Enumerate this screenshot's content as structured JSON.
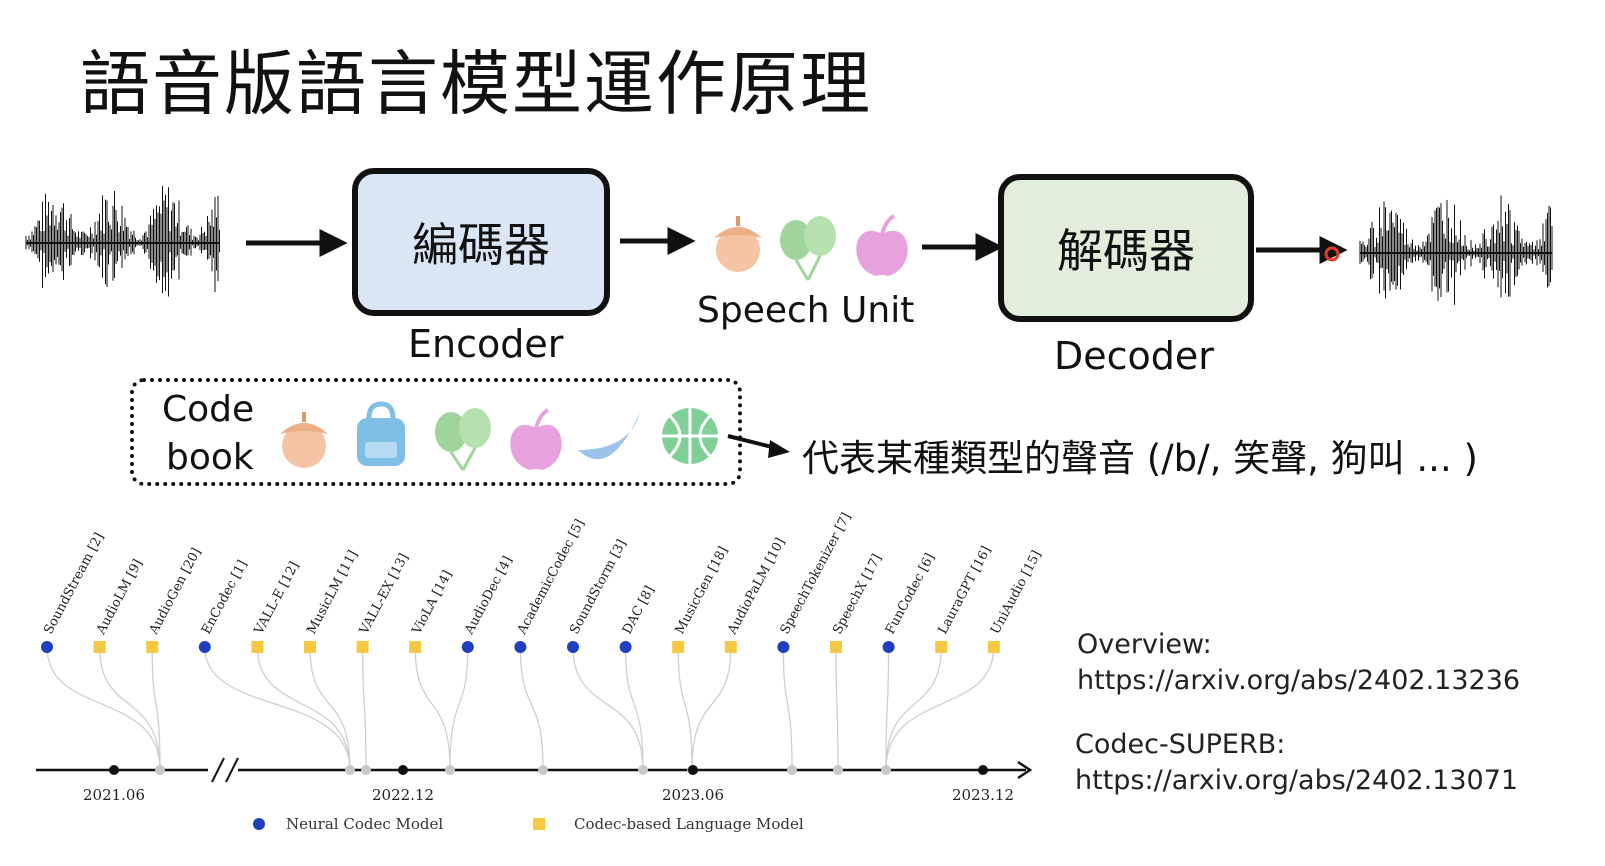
{
  "slide": {
    "title": "語音版語言模型運作原理"
  },
  "pipeline": {
    "encoder_zh": "編碼器",
    "encoder_en": "Encoder",
    "decoder_zh": "解碼器",
    "decoder_en": "Decoder",
    "speech_unit_label": "Speech Unit",
    "speech_unit_icons": [
      "acorn-icon",
      "balloons-icon",
      "apple-icon"
    ]
  },
  "codebook": {
    "label_line1": "Code",
    "label_line2": "book",
    "icons": [
      "acorn-icon",
      "backpack-icon",
      "balloons-icon",
      "apple-icon",
      "banana-icon",
      "basketball-icon"
    ],
    "description": "代表某種類型的聲音 (/b/, 笑聲, 狗叫 ... )"
  },
  "colors": {
    "encoder_fill": "#dbe6f4",
    "decoder_fill": "#e2eddb",
    "neural_codec_marker": "#1f3fbf",
    "codec_lm_marker": "#f5c842",
    "acorn": "#f4c4a4",
    "balloons": "#9fd49a",
    "apple": "#e7a2dd",
    "backpack": "#7fbfe6",
    "banana": "#9cc4ea",
    "basketball": "#7fcf96"
  },
  "timeline": {
    "models": [
      {
        "name": "SoundStream [2]",
        "kind": "neural"
      },
      {
        "name": "AudioLM [9]",
        "kind": "lm"
      },
      {
        "name": "AudioGen [20]",
        "kind": "lm"
      },
      {
        "name": "EnCodec [1]",
        "kind": "neural"
      },
      {
        "name": "VALL-E [12]",
        "kind": "lm"
      },
      {
        "name": "MusicLM [11]",
        "kind": "lm"
      },
      {
        "name": "VALL-EX [13]",
        "kind": "lm"
      },
      {
        "name": "VioLA [14]",
        "kind": "lm"
      },
      {
        "name": "AudioDec [4]",
        "kind": "neural"
      },
      {
        "name": "AcademicCodec [5]",
        "kind": "neural"
      },
      {
        "name": "SoundStorm [3]",
        "kind": "neural"
      },
      {
        "name": "DAC [8]",
        "kind": "neural"
      },
      {
        "name": "MusicGen [18]",
        "kind": "lm"
      },
      {
        "name": "AudioPaLM [10]",
        "kind": "lm"
      },
      {
        "name": "SpeechTokenizer [7]",
        "kind": "neural"
      },
      {
        "name": "SpeechX [17]",
        "kind": "lm"
      },
      {
        "name": "FunCodec [6]",
        "kind": "neural"
      },
      {
        "name": "LauraGPT [16]",
        "kind": "lm"
      },
      {
        "name": "UniAudio [15]",
        "kind": "lm"
      }
    ],
    "dates": [
      "2021.06",
      "2022.12",
      "2023.06",
      "2023.12"
    ],
    "legend": {
      "neural": "Neural  Codec Model",
      "lm": "Codec-based Language Model"
    }
  },
  "references": {
    "overview_label": "Overview:",
    "overview_url": "https://arxiv.org/abs/2402.13236",
    "superb_label": "Codec-SUPERB:",
    "superb_url": "https://arxiv.org/abs/2402.13071"
  }
}
